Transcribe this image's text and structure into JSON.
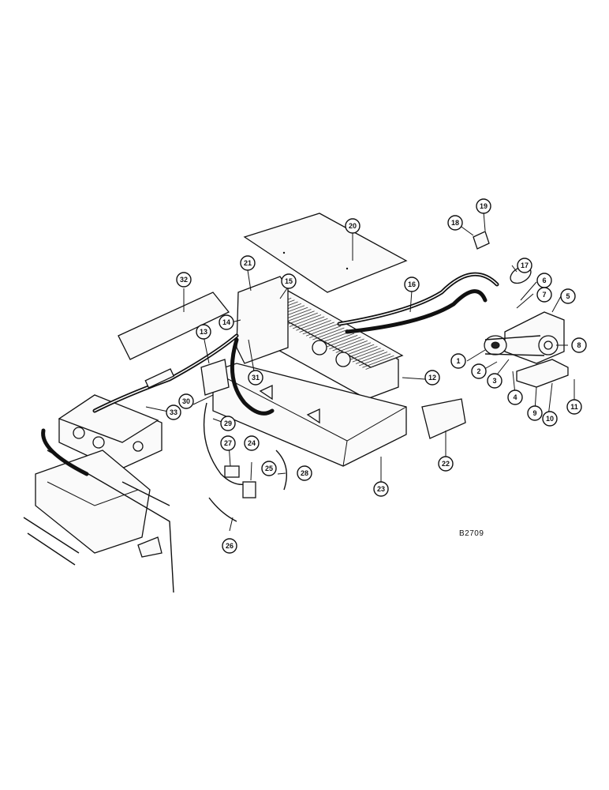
{
  "drawing": {
    "code": "B2709"
  },
  "callouts": [
    "1",
    "2",
    "3",
    "4",
    "5",
    "6",
    "7",
    "8",
    "9",
    "10",
    "11",
    "12",
    "13",
    "14",
    "15",
    "16",
    "17",
    "18",
    "19",
    "20",
    "21",
    "22",
    "23",
    "24",
    "25",
    "26",
    "27",
    "28",
    "29",
    "30",
    "31",
    "32",
    "33"
  ]
}
